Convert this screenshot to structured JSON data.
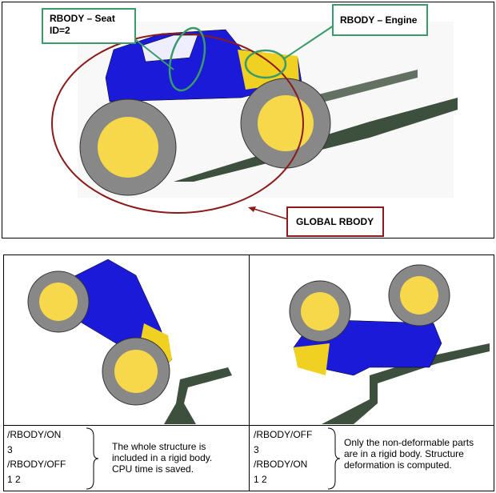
{
  "top_figure": {
    "labels": {
      "seat": [
        "RBODY – Seat",
        "ID=2"
      ],
      "engine": "RBODY – Engine",
      "global": "GLOBAL RBODY"
    }
  },
  "panels": [
    {
      "commands": [
        "/RBODY/ON",
        "3",
        "/RBODY/OFF",
        "1 2"
      ],
      "description": [
        "The whole structure is",
        "included in a rigid body.",
        "CPU time is saved."
      ]
    },
    {
      "commands": [
        "/RBODY/OFF",
        "3",
        "/RBODY/ON",
        "1 2"
      ],
      "description": [
        "Only the non-deformable parts",
        "are in a rigid body. Structure",
        "deformation is computed."
      ]
    }
  ],
  "colors": {
    "body": "#1a1ad8",
    "engine": "#f0d020",
    "wheel": "#f6d84a",
    "tire": "#888888",
    "ramp": "#3d4f3d",
    "green_label": "#3a9a6a",
    "red_label": "#8b1a1a"
  }
}
